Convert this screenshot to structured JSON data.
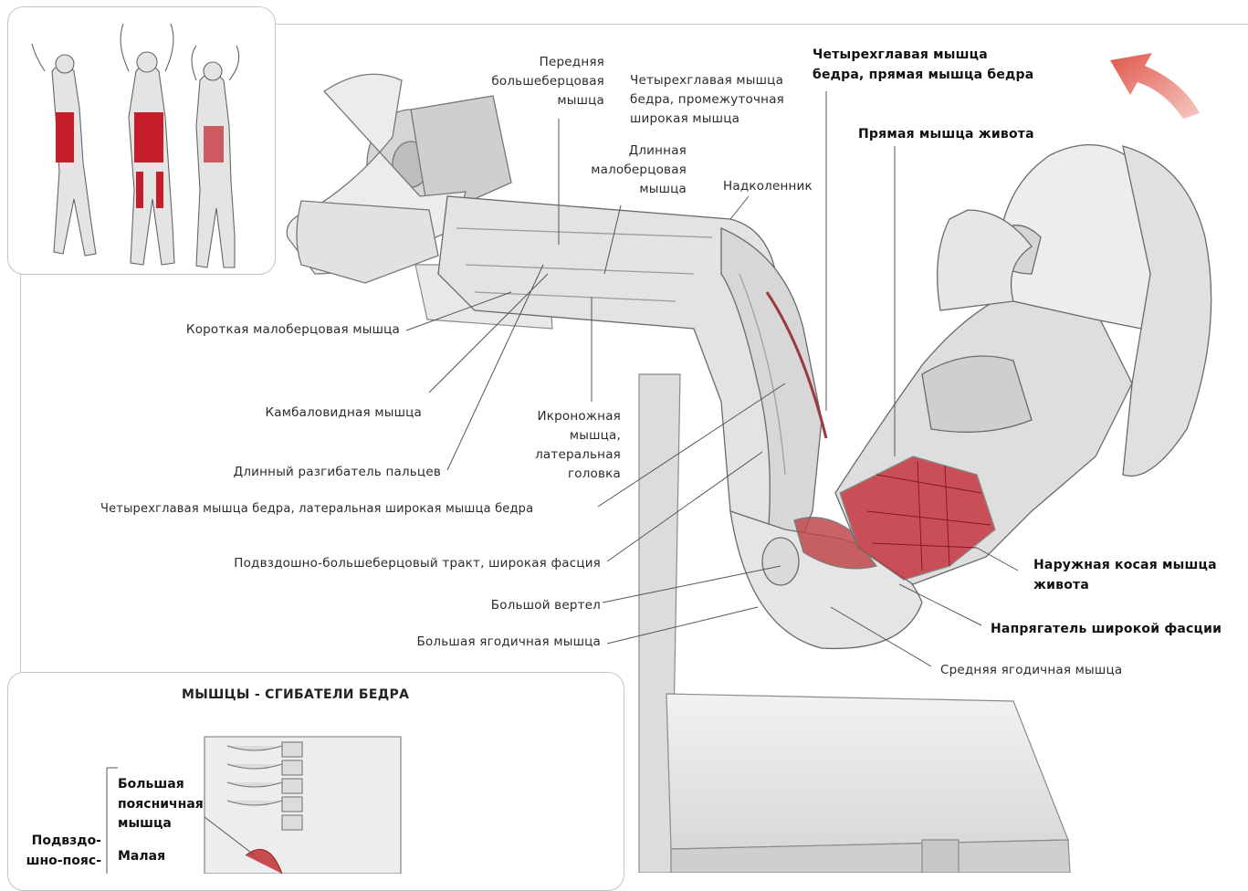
{
  "labels": {
    "tibialis_anterior": [
      "Передняя",
      "большеберцовая",
      "мышца"
    ],
    "vastus_intermedius": [
      "Четырехглавая мышца",
      "бедра, промежуточная",
      "широкая мышца"
    ],
    "peroneus_longus": [
      "Длинная",
      "малоберцовая",
      "мышца"
    ],
    "patella": "Надколенник",
    "rectus_femoris": [
      "Четырехглавая мышца",
      "бедра, прямая мышца бедра"
    ],
    "rectus_abdominis": "Прямая мышца живота",
    "peroneus_brevis": "Короткая малоберцовая мышца",
    "soleus": "Камбаловидная мышца",
    "gastrocnemius": [
      "Икроножная",
      "мышца,",
      "латеральная",
      "головка"
    ],
    "extensor_digitorum": "Длинный разгибатель пальцев",
    "vastus_lateralis": "Четырехглавая мышца бедра, латеральная широкая мышца бедра",
    "it_tract": "Подвздошно-большеберцовый тракт, широкая фасция",
    "greater_trochanter": "Большой вертел",
    "gluteus_maximus": "Большая ягодичная мышца",
    "external_oblique": [
      "Наружная косая мышца",
      "живота"
    ],
    "tensor_fasciae": "Напрягатель широкой фасции",
    "gluteus_medius": "Средняя ягодичная мышца"
  },
  "inset_bottom": {
    "title": "МЫШЦЫ - СГИБАТЕЛИ БЕДРА",
    "psoas_major": [
      "Большая",
      "поясничная",
      "мышца"
    ],
    "psoas_minor": "Малая",
    "iliopsoas": [
      "Подвздо-",
      "шно-пояс-"
    ]
  },
  "colors": {
    "muscle_highlight": "#c41e2a",
    "arrow": "#e0574b",
    "line": "#555555"
  }
}
